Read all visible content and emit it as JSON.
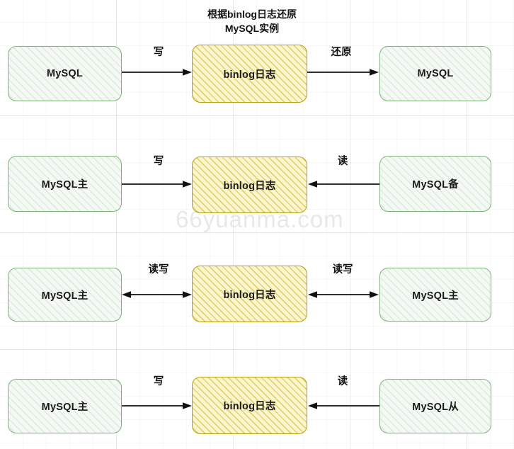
{
  "diagram": {
    "title_lines": [
      "根据binlog日志还原",
      "MySQL实例"
    ],
    "watermark": "66yuanma.com",
    "colors": {
      "green_border": "#7fb07c",
      "green_fill": "#f4f9f4",
      "yellow_border": "#b5a013",
      "yellow_fill": "#fbf6cf",
      "arrow": "#111111",
      "text": "#1b1b1b",
      "grid": "#eeeeee",
      "watermark": "#e8e8e6"
    },
    "rows": [
      {
        "id": "row-restore",
        "left_node": "MySQL",
        "center_node": "binlog日志",
        "right_node": "MySQL",
        "left_edge_label": "写",
        "right_edge_label": "还原",
        "left_edge_direction": "right",
        "right_edge_direction": "right"
      },
      {
        "id": "row-master-backup",
        "left_node": "MySQL主",
        "center_node": "binlog日志",
        "right_node": "MySQL备",
        "left_edge_label": "写",
        "right_edge_label": "读",
        "left_edge_direction": "right",
        "right_edge_direction": "left"
      },
      {
        "id": "row-master-master",
        "left_node": "MySQL主",
        "center_node": "binlog日志",
        "right_node": "MySQL主",
        "left_edge_label": "读写",
        "right_edge_label": "读写",
        "left_edge_direction": "both",
        "right_edge_direction": "both"
      },
      {
        "id": "row-master-slave",
        "left_node": "MySQL主",
        "center_node": "binlog日志",
        "right_node": "MySQL从",
        "left_edge_label": "写",
        "right_edge_label": "读",
        "left_edge_direction": "right",
        "right_edge_direction": "left"
      }
    ]
  }
}
